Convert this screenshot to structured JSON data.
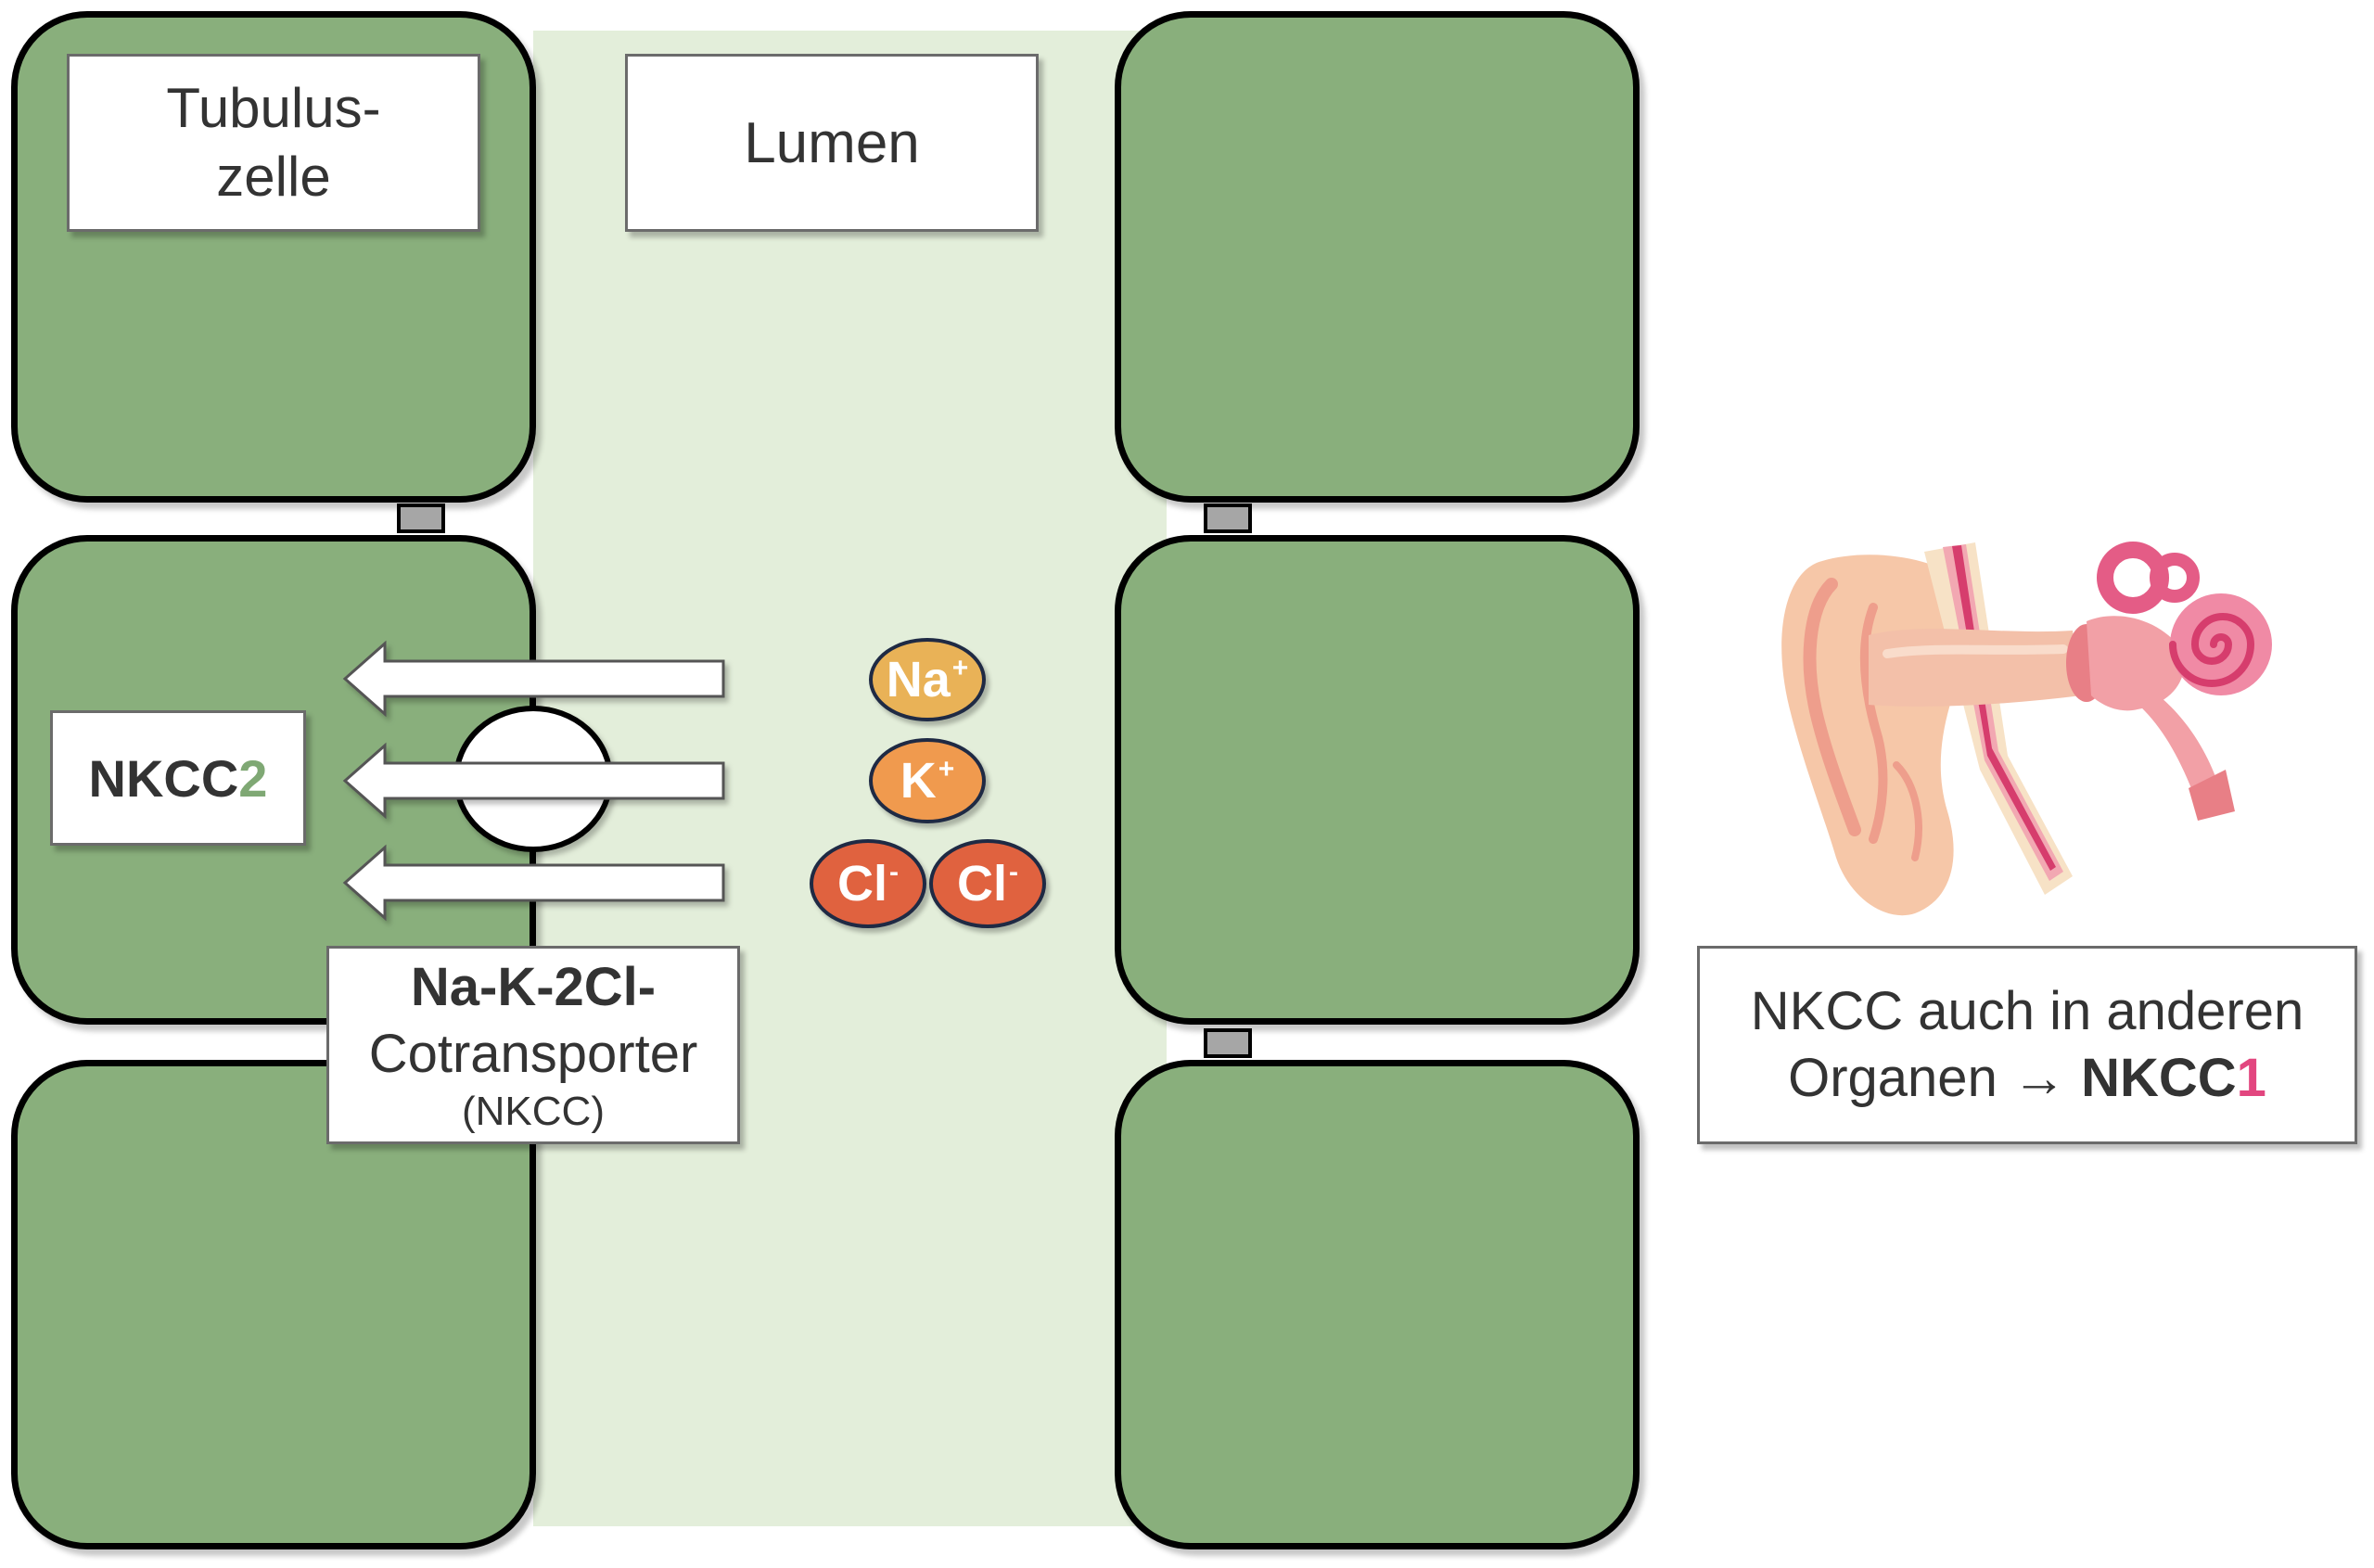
{
  "labels": {
    "cell_label_line1": "Tubulus-",
    "cell_label_line2": "zelle",
    "lumen_label": "Lumen",
    "nkcc2_prefix": "NKCC",
    "nkcc2_suffix": "2",
    "cotransporter_line1": "Na-K-2Cl-",
    "cotransporter_line2": "Cotransporter",
    "cotransporter_line3": "(NKCC)",
    "organs_line1": "NKCC auch in anderen",
    "organs_line2_prefix": "Organen → ",
    "organs_nkcc_prefix": "NKCC",
    "organs_nkcc_suffix": "1"
  },
  "ions": [
    {
      "symbol": "Na",
      "charge": "+",
      "color": "#e9b257"
    },
    {
      "symbol": "K",
      "charge": "+",
      "color": "#f09a4e"
    },
    {
      "symbol": "Cl",
      "charge": "-",
      "color": "#e0623f"
    },
    {
      "symbol": "Cl",
      "charge": "-",
      "color": "#e0623f"
    }
  ],
  "icons": {
    "ear": "ear-anatomy-icon",
    "transporter": "transporter-channel-icon",
    "arrow": "left-arrow-icon"
  },
  "colors": {
    "cell_fill": "#89af7c",
    "lumen_fill": "#e3eeda",
    "nkcc2_accent": "#7fa874",
    "nkcc1_accent": "#e2467f"
  }
}
